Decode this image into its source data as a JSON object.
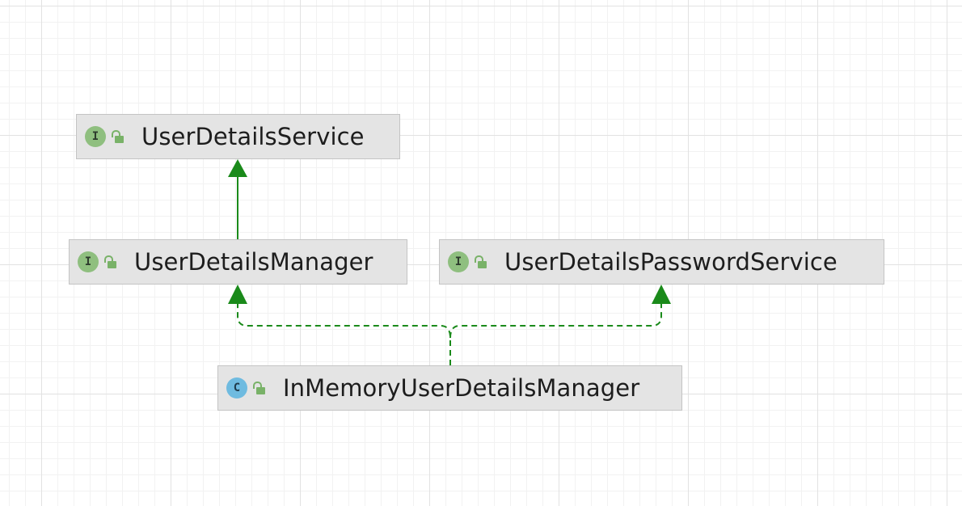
{
  "diagram": {
    "nodes": [
      {
        "id": "uds",
        "kind": "I",
        "kind_name": "interface",
        "name": "UserDetailsService",
        "icons": [
          "interface-icon",
          "lock-icon"
        ]
      },
      {
        "id": "udm",
        "kind": "I",
        "kind_name": "interface",
        "name": "UserDetailsManager",
        "icons": [
          "interface-icon",
          "lock-icon"
        ]
      },
      {
        "id": "udps",
        "kind": "I",
        "kind_name": "interface",
        "name": "UserDetailsPasswordService",
        "icons": [
          "interface-icon",
          "lock-icon"
        ]
      },
      {
        "id": "imudm",
        "kind": "C",
        "kind_name": "class",
        "name": "InMemoryUserDetailsManager",
        "icons": [
          "class-icon",
          "lock-icon"
        ]
      }
    ],
    "edges": [
      {
        "from": "udm",
        "to": "uds",
        "type": "extends",
        "style": "solid"
      },
      {
        "from": "imudm",
        "to": "udm",
        "type": "implements",
        "style": "dashed"
      },
      {
        "from": "imudm",
        "to": "udps",
        "type": "implements",
        "style": "dashed"
      }
    ],
    "colors": {
      "edge": "#1a8a1a",
      "interface_badge": "#8fbf7f",
      "class_badge": "#6fbbe0",
      "node_fill": "#e4e4e4",
      "node_border": "#c4c4c4"
    }
  }
}
